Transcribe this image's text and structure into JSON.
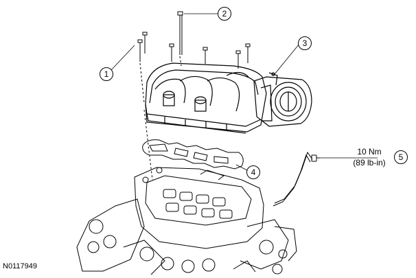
{
  "callouts": [
    {
      "number": "1"
    },
    {
      "number": "2"
    },
    {
      "number": "3"
    },
    {
      "number": "4"
    },
    {
      "number": "5"
    }
  ],
  "torque": {
    "metric": "10 Nm",
    "imperial": "(89 lb-in)"
  },
  "figure_id": "N0117949",
  "colors": {
    "line": "#000000",
    "background": "#ffffff"
  }
}
